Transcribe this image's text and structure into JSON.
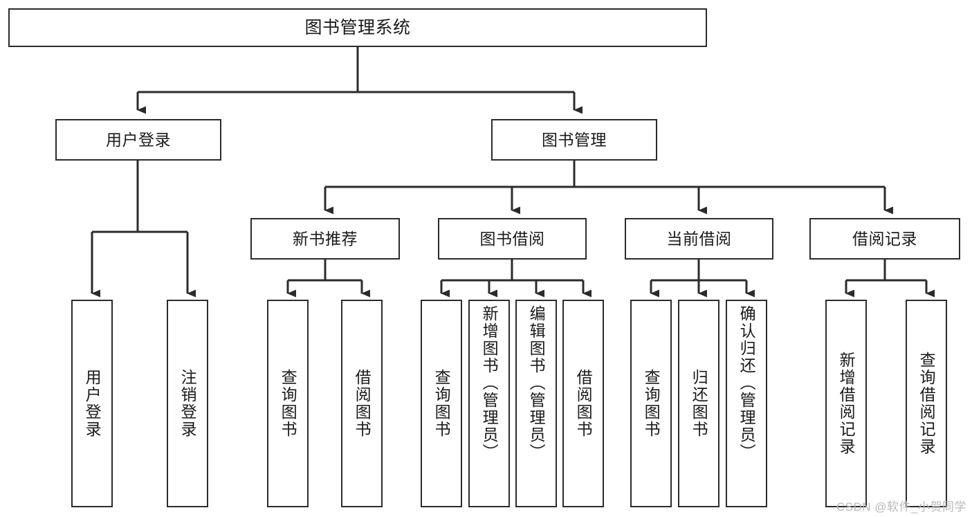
{
  "diagram": {
    "title": "图书管理系统",
    "watermark": "CSDN @软件_小贺同学",
    "line_color": "#2b2b2b",
    "box_border_color": "#2b2b2b",
    "box_fill_color": "#ffffff",
    "background_color": "#ffffff",
    "watermark_color": "#b9b9b9"
  },
  "nodes": {
    "root": {
      "label": "图书管理系统"
    },
    "level2": [
      {
        "id": "user-login",
        "label": "用户登录"
      },
      {
        "id": "book-manage",
        "label": "图书管理"
      }
    ],
    "level3": [
      {
        "id": "new-book-recommend",
        "label": "新书推荐"
      },
      {
        "id": "book-borrow",
        "label": "图书借阅"
      },
      {
        "id": "current-borrow",
        "label": "当前借阅"
      },
      {
        "id": "borrow-record",
        "label": "借阅记录"
      }
    ],
    "leaves": {
      "user_login": [
        {
          "id": "leaf-user-login",
          "label": "用户登录"
        },
        {
          "id": "leaf-logout",
          "label": "注销登录"
        }
      ],
      "new_book_recommend": [
        {
          "id": "leaf-query-book-1",
          "label": "查询图书"
        },
        {
          "id": "leaf-borrow-book-1",
          "label": "借阅图书"
        }
      ],
      "book_borrow": [
        {
          "id": "leaf-query-book-2",
          "label": "查询图书"
        },
        {
          "id": "leaf-add-book",
          "label": "新增图书（管理员）"
        },
        {
          "id": "leaf-edit-book",
          "label": "编辑图书（管理员）"
        },
        {
          "id": "leaf-borrow-book-2",
          "label": "借阅图书"
        }
      ],
      "current_borrow": [
        {
          "id": "leaf-query-book-3",
          "label": "查询图书"
        },
        {
          "id": "leaf-return-book",
          "label": "归还图书"
        },
        {
          "id": "leaf-confirm-return",
          "label": "确认归还（管理员）"
        }
      ],
      "borrow_record": [
        {
          "id": "leaf-add-record",
          "label": "新增借阅记录"
        },
        {
          "id": "leaf-query-record",
          "label": "查询借阅记录"
        }
      ]
    }
  }
}
